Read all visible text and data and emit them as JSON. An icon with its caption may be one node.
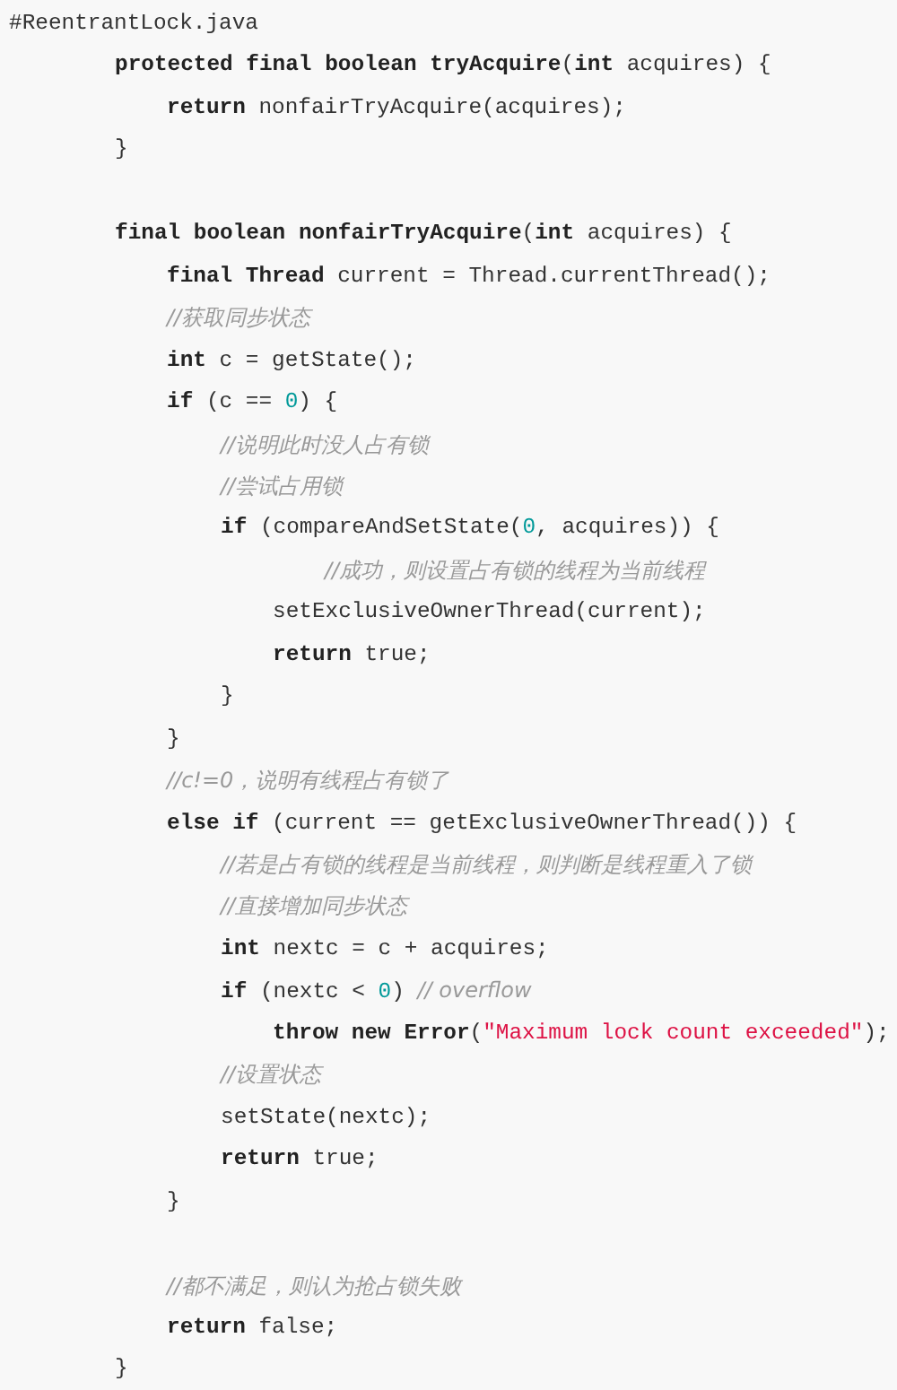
{
  "diagram": {
    "labels": [
      "#ReentrantLock.java",
      "**protected** **final** **boolean** **tryAcquire**(**int** acquires) {",
      "**return** nonfairTryAcquire(acquires);",
      "}",
      "**final** **boolean** **nonfairTryAcquire**(**int** acquires) {",
      "**final** **Thread** current = Thread.currentThread();",
      "//获取同步状态",
      "**int** c = getState();",
      "**if** (c == 0) {",
      "//说明此时没人占有锁",
      "//尝试占用锁",
      "**if** (compareAndSetState(0, acquires)) {",
      "//成功，则设置占有锁的线程为当前线程",
      "setExclusiveOwnerThread(current);",
      "**return** true;",
      "}",
      "}",
      "//c!=0，说明有线程占有锁了",
      "**else** **if** (current == getExclusiveOwnerThread()) {",
      "//若是占有锁的线程是当前线程，则判断是线程重入了锁",
      "//直接增加同步状态",
      "**int** nextc = c + acquires;",
      "**if** (nextc < 0) // overflow",
      "**throw** **new** **Error**(\"Maximum lock count exceeded\");",
      "//设置状态",
      "setState(nextc);",
      "**return** true;",
      "}",
      "//都不满足，则认为抢占锁失败",
      "**return** false;",
      "}"
    ]
  }
}
